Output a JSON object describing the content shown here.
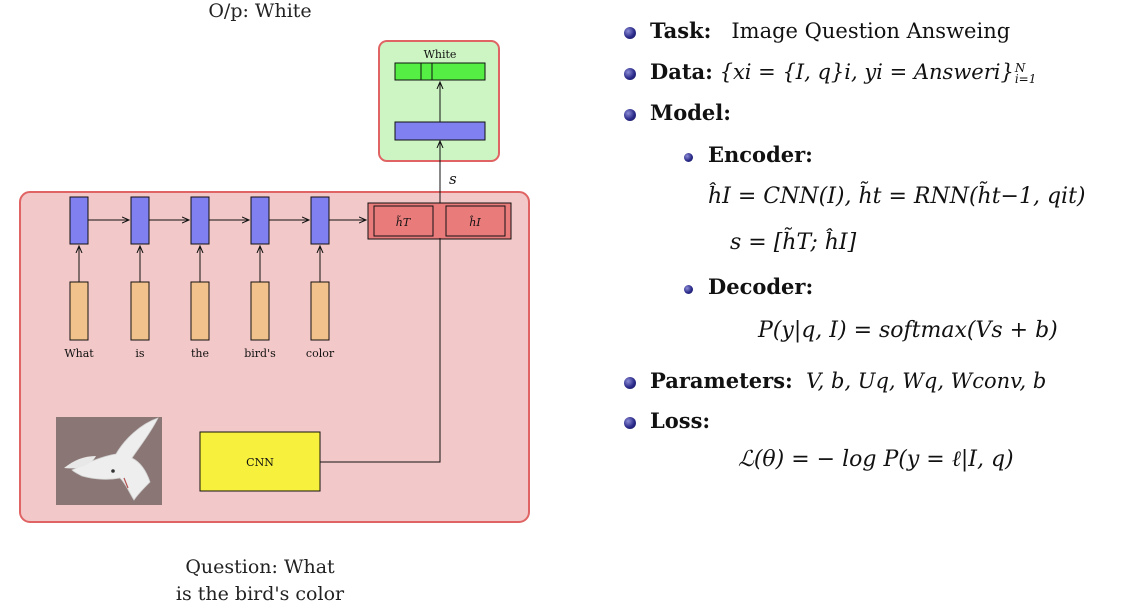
{
  "output_caption": "O/p: White",
  "question_caption_line1": "Question: What",
  "question_caption_line2": "is the bird's color",
  "decoder_box_label": "White",
  "s_label": "s",
  "hidden_labels": {
    "h_T": "h̃T",
    "h_I": "ĥI"
  },
  "words": [
    "What",
    "is",
    "the",
    "bird's",
    "color"
  ],
  "cnn_label": "CNN",
  "bullets": {
    "task_label": "Task:",
    "task_value": "Image Question Answeing",
    "data_label": "Data:",
    "data_value": "{xi = {I, q}i,  yi = Answeri}",
    "data_sup": "N",
    "data_sub": "i=1",
    "model_label": "Model:",
    "encoder_label": "Encoder:",
    "encoder_eq1": "ĥI = CNN(I),  h̃t = RNN(h̃t−1, qit)",
    "encoder_eq2": "s = [h̃T; ĥI]",
    "decoder_label": "Decoder:",
    "decoder_eq": "P(y|q, I) = softmax(Vs + b)",
    "params_label": "Parameters:",
    "params_value": "V, b, Uq, Wq, Wconv, b",
    "loss_label": "Loss:",
    "loss_eq": "ℒ(θ) = − log P(y = ℓ|I, q)"
  },
  "colors": {
    "encoder_fill": "#f2c8c8",
    "encoder_border": "#e06464",
    "decoder_fill": "#cdf5c4",
    "blue": "#8080f0",
    "orange": "#f2c28c",
    "green_bar": "#55ee44",
    "red_box": "#ea7b7b",
    "cnn_yellow": "#f7f03c",
    "bullet": "#2b2b8a"
  }
}
